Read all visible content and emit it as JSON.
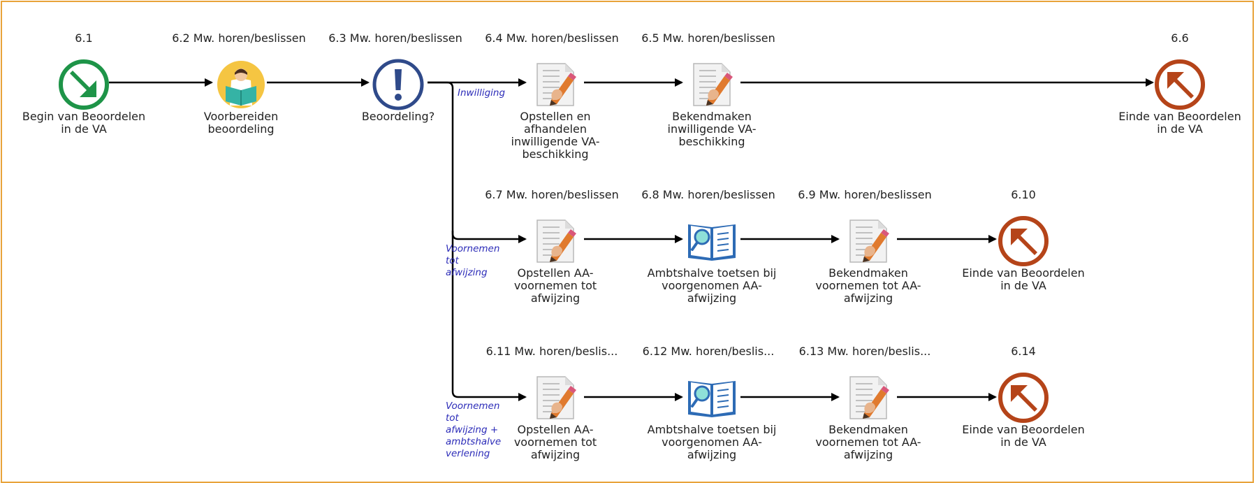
{
  "colors": {
    "frame": "#e8a33a",
    "start": "#1e9448",
    "end": "#b54419",
    "gateway": "#2f4a8a",
    "gateway_label": "#2b2bb8",
    "arrow": "#000000"
  },
  "nodes": {
    "n61": {
      "id": "6.1",
      "role": "",
      "label_lines": [
        "Begin van Beoordelen",
        "in de VA"
      ],
      "icon": "start-event-icon"
    },
    "n62": {
      "id": "6.2 Mw. horen/beslissen",
      "label_lines": [
        "Voorbereiden",
        "beoordeling"
      ],
      "icon": "reader-person-icon"
    },
    "n63": {
      "id": "6.3 Mw. horen/beslissen",
      "label_lines": [
        "Beoordeling?"
      ],
      "icon": "exclamation-gateway-icon"
    },
    "n64": {
      "id": "6.4 Mw. horen/beslissen",
      "label_lines": [
        "Opstellen en",
        "afhandelen",
        "inwilligende VA-",
        "beschikking"
      ],
      "icon": "document-pencil-icon"
    },
    "n65": {
      "id": "6.5 Mw. horen/beslissen",
      "label_lines": [
        "Bekendmaken",
        "inwilligende VA-",
        "beschikking"
      ],
      "icon": "document-pencil-icon"
    },
    "n66": {
      "id": "6.6",
      "label_lines": [
        "Einde van Beoordelen",
        "in de VA"
      ],
      "icon": "end-event-icon"
    },
    "n67": {
      "id": "6.7 Mw. horen/beslissen",
      "label_lines": [
        "Opstellen AA-",
        "voornemen tot",
        "afwijzing"
      ],
      "icon": "document-pencil-icon"
    },
    "n68": {
      "id": "6.8 Mw. horen/beslissen",
      "label_lines": [
        "Ambtshalve toetsen bij",
        "voorgenomen AA-",
        "afwijzing"
      ],
      "icon": "book-magnifier-icon"
    },
    "n69": {
      "id": "6.9 Mw. horen/beslissen",
      "label_lines": [
        "Bekendmaken",
        "voornemen tot AA-",
        "afwijzing"
      ],
      "icon": "document-pencil-icon"
    },
    "n610": {
      "id": "6.10",
      "label_lines": [
        "Einde van Beoordelen",
        "in de VA"
      ],
      "icon": "end-event-icon"
    },
    "n611": {
      "id": "6.11 Mw. horen/beslis...",
      "label_lines": [
        "Opstellen AA-",
        "voornemen tot",
        "afwijzing"
      ],
      "icon": "document-pencil-icon"
    },
    "n612": {
      "id": "6.12 Mw. horen/beslis...",
      "label_lines": [
        "Ambtshalve toetsen bij",
        "voorgenomen AA-",
        "afwijzing"
      ],
      "icon": "book-magnifier-icon"
    },
    "n613": {
      "id": "6.13 Mw. horen/beslis...",
      "label_lines": [
        "Bekendmaken",
        "voornemen tot AA-",
        "afwijzing"
      ],
      "icon": "document-pencil-icon"
    },
    "n614": {
      "id": "6.14",
      "label_lines": [
        "Einde van Beoordelen",
        "in de VA"
      ],
      "icon": "end-event-icon"
    }
  },
  "branch_labels": {
    "b1": [
      "Inwilliging"
    ],
    "b2": [
      "Voornemen",
      "tot",
      "afwijzing"
    ],
    "b3": [
      "Voornemen",
      "tot",
      "afwijzing +",
      "ambtshalve",
      "verlening"
    ]
  }
}
